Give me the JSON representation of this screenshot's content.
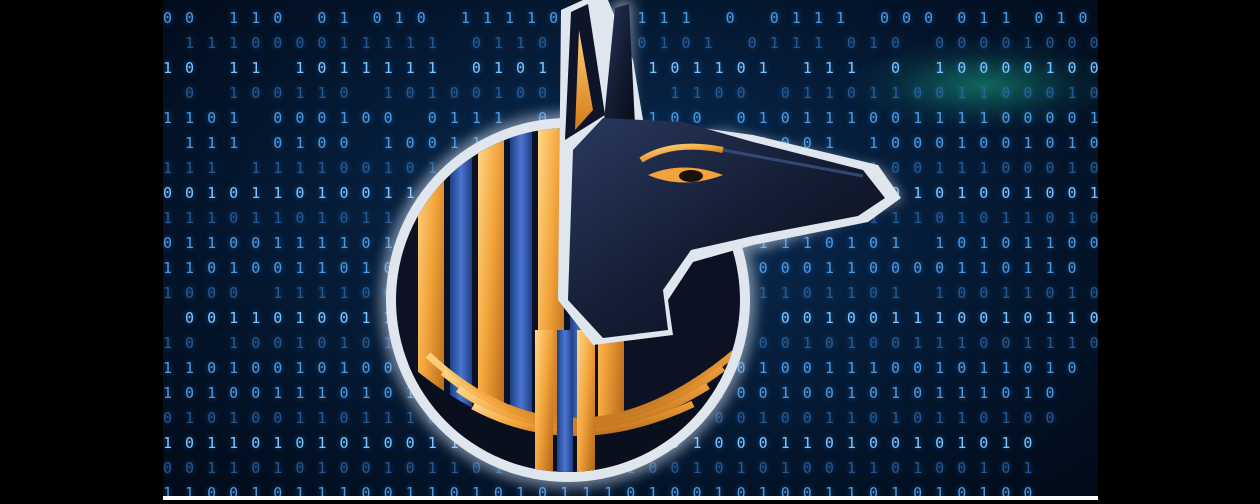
{
  "binary_rows": [
    "0 0   1 1 0   0 1  0 1 0   1 1 1 1 0   0   1 1 1   0   0 1 1 1   0 0 0  0 1 1  0 1 0 1   0",
    "  1 1 1 0 0 0 0 1 1 1 1 1   0 1 1 0   1 1  0 1 0 1   0 1 1 1  0 1 0   0 0 0 0 1 0 0 0 0 1",
    "1 0   1 1   1 0 1 1 1 1 1   0 1 0 1   1   1 1 0 1 1 0 1   1 1 1   0   1 0 0 0 0 1 0 0 0",
    "  0   1 0 0 1 1 0   1 0 1 0 0 1 0 0 1 1 1 0   1 1 0 0   0 1 1 0 1 1 0 0 1 1 0 0 0 1 0 1 0 0",
    "1 1 0 1   0 0 0 1 0 0   0 1 1 1   0 0 1 1 1 1 0 0   0 1 0 1 1 1 0 0 1 1 1 1 0 0 0 0 1 1 0",
    "  1 1 1   0 1 0 0   1 0 0 1 1 0 0 0 0 1 0 0 1 0 1 1 0 0 0 0 1   1 0 0 0 1 0 0 1 0 1 0",
    "1 1 1   1 1 1 1 0 0 1 0 1 1 1 0 0 1 0 1   1 1 0 1 1 0 1 0 1 0 1 1 0 0 1 1 1 0 0 0 1 0",
    "0 0 1 0 1 1 0 1 0 0 1 1 1 1 0 0 1 0 0 1   1 1 0 0   1 0 1   0 1 0 0 1 0 1 0 0 1 0 0 1",
    "1 1 1 0 1 1 0 1 0 1 1 0 0 1 0 0 1 0 1 0 1   1 0 1 0 0 1 0 0 1 0 1 1 1 0 1 0 1 1 0 1 0 1",
    "0 1 1 0 0 1 1 1 1 0 1 1 1 1 0 0 0 0 1 0 1   0 1 0 1 0 1 1 1 0 1 0 1   1 0 1 0 1 1 0 0",
    "1 1 0 1 0 0 1 1 0 1 0 1 0 1 1 0 0 1   1 1 0 1 0 1 0 1 0 0 0 1 1 0 0 0 0 1 1 0 1 1 0",
    "1 0 0 0   1 1 1 1 0 0   1 1 1 0 1 0   1 1 0 0 1 0 1 0 1 1 0 1 1 0 1   1 0 0 1 1 0 1 0",
    "  0 0 1 1 0 1 0 0 1 1 0 1 1 0 0 1 1 0 1 1 1 0 1 0 0 1   0 0 1 0 0 1 1 1 0 0 1 0 1 1 0",
    "1 0   1 0 0 1 0 1 0 1 1   1 0 1 0 0 1 1 1 0 0 1 0 1 0 0 0 1 0 1 0 0 1 1 1 0 0 1 1 1 0",
    "1 1 0 1 0 0 1 0 1 0 0 1 1 1 0 1 0 0 1 1 0 1 0 1 1 0 0 1 0 0 1 1 1 0 0 1 0 1 1 0 1 0",
    "1 0 1 0 0 1 1 1 0 1 0 1 0 1 1 0 0 1 0 1 0 0 1 0 1 1 0 0 1 0 0 1 0 1 0 1 1 1 0 1 0",
    "0 1 0 1 0 0 1 1 0 1 1 1 0 1 1 0 1 0 0 1 0 0 0 1 1 0 0 1 0 0 1 1 0 1 0 1 1 0 1 0 0",
    "1 0 1 1 0 1 0 1 0 1 0 0 1 1 1 0 0 1 1 0 1 0 1 0 1 0 0 0 1 1 0 1 0 0 1 0 1 0 1 0",
    "0 0 1 1 0 1 0 1 0 0 1 0 1 1 0 1 0 0 0 1 1 1 0 0 1 0 1 0 1 0 0 1 1 0 1 0 0 1 0 1",
    "1 1 0 0 1 0 1 1 1 0 0 1 1 0 1 0 1 0 1 1 1 0 1 0 0 1 0 1 0 0 1 1 0 1 0 1 0 1 0 0"
  ],
  "colors": {
    "background": "#000000",
    "banner_deep_blue": "#031328",
    "binary_blue": "#4a9ae0",
    "anubis_black": "#101a2c",
    "gold": "#f2a33a",
    "royal_blue": "#2f56a8",
    "silver_outline": "#dfe6ee"
  },
  "figure": {
    "subject_icon": "anubis-jackal-head-icon"
  }
}
